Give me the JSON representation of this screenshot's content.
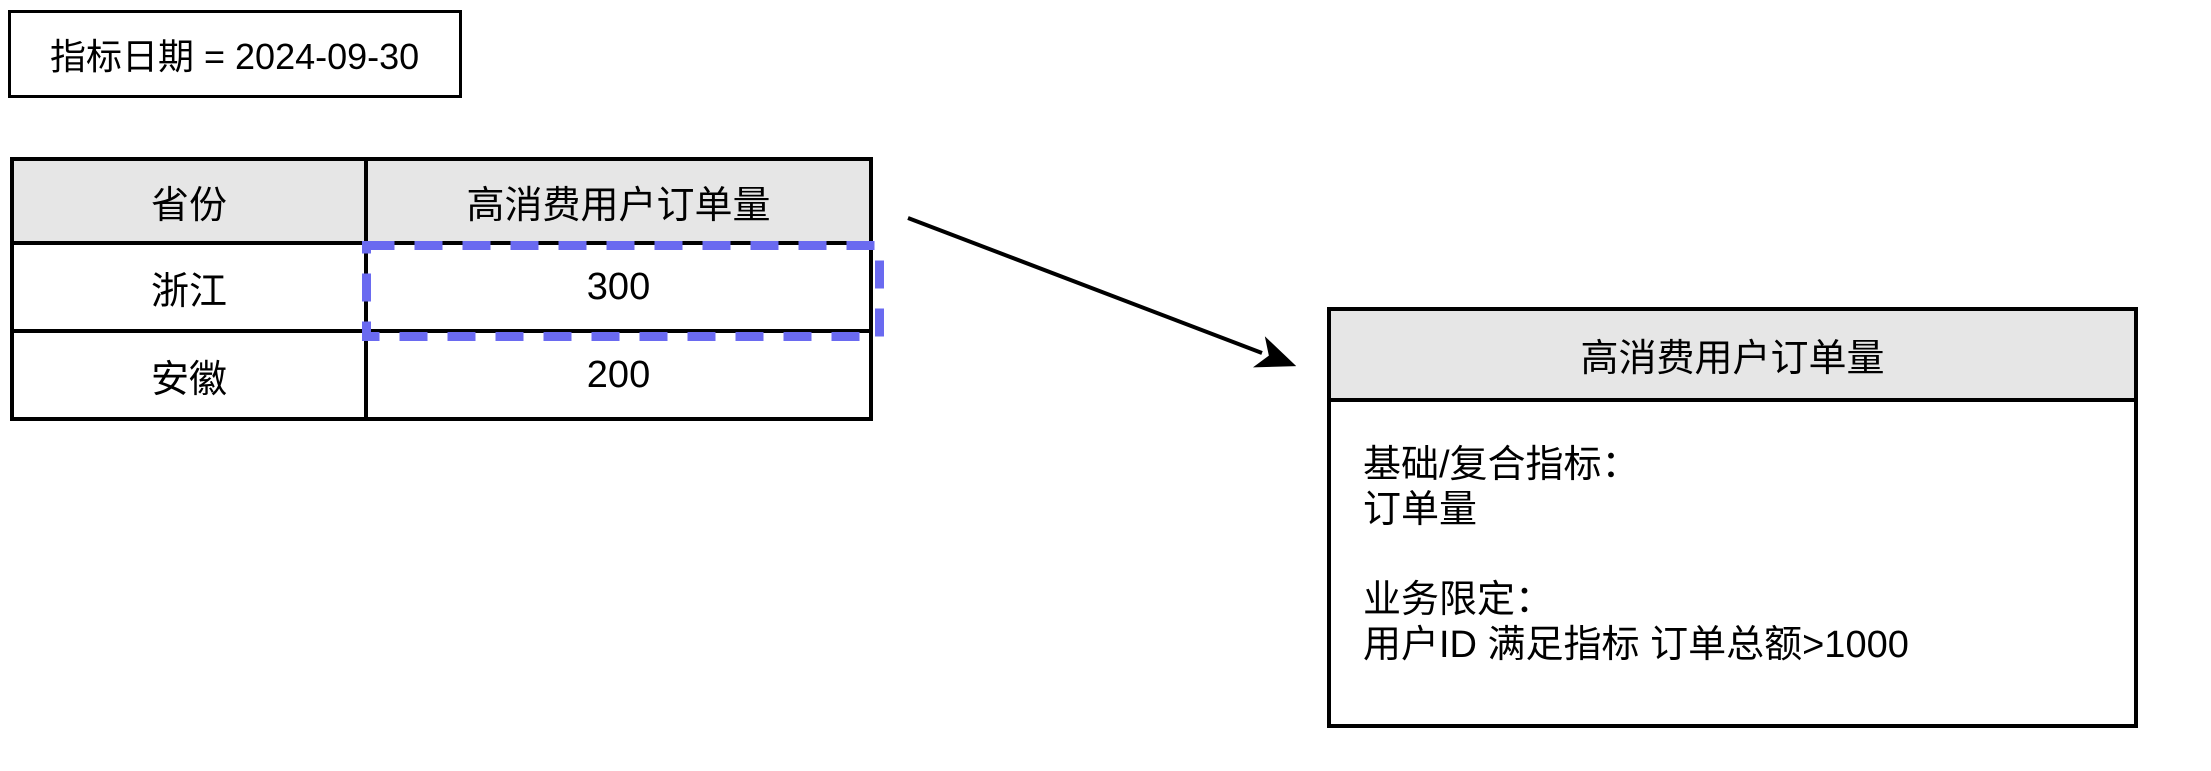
{
  "colors": {
    "background": "#FFFFFF",
    "ink": "#000000",
    "header_fill": "#E6E6E6",
    "dash_highlight": "#6A6AF0",
    "arrow": "#000000"
  },
  "date_box": {
    "label": "指标日期 = 2024-09-30"
  },
  "table": {
    "columns": [
      "省份",
      "高消费用户订单量"
    ],
    "rows": [
      [
        "浙江",
        "300"
      ],
      [
        "安徽",
        "200"
      ]
    ],
    "highlighted_cell": {
      "row": 0,
      "column": 1,
      "value": "300"
    }
  },
  "detail_panel": {
    "title": "高消费用户订单量",
    "body_lines": [
      "基础/复合指标：",
      "订单量",
      "",
      "业务限定：",
      "用户ID 满足指标 订单总额>1000"
    ]
  }
}
